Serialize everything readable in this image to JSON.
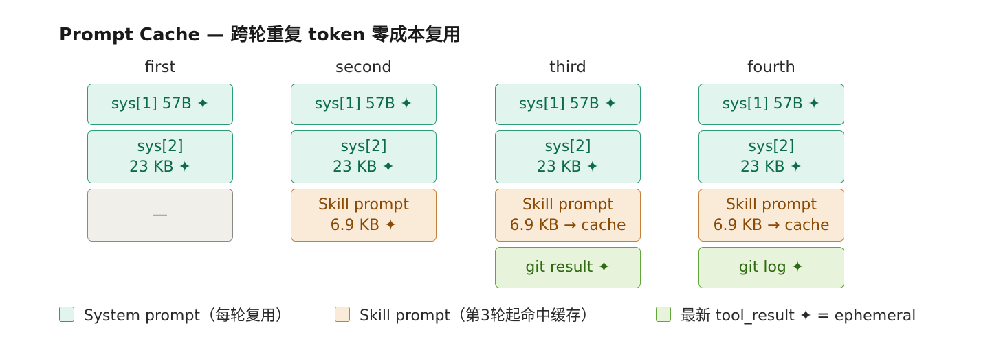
{
  "title": "Prompt Cache — 跨轮重复 token 零成本复用",
  "columns": [
    {
      "label": "first",
      "sys1": "sys[1] 57B ✦",
      "sys2_line1": "sys[2]",
      "sys2_line2": "23 KB ✦",
      "slot3_line1": "—"
    },
    {
      "label": "second",
      "sys1": "sys[1] 57B ✦",
      "sys2_line1": "sys[2]",
      "sys2_line2": "23 KB ✦",
      "slot3_line1": "Skill prompt",
      "slot3_line2": "6.9 KB ✦"
    },
    {
      "label": "third",
      "sys1": "sys[1] 57B ✦",
      "sys2_line1": "sys[2]",
      "sys2_line2": "23 KB ✦",
      "slot3_line1": "Skill prompt",
      "slot3_line2": "6.9 KB → cache",
      "slot4": "git result ✦"
    },
    {
      "label": "fourth",
      "sys1": "sys[1] 57B ✦",
      "sys2_line1": "sys[2]",
      "sys2_line2": "23 KB ✦",
      "slot3_line1": "Skill prompt",
      "slot3_line2": "6.9 KB → cache",
      "slot4": "git log ✦"
    }
  ],
  "legend": [
    {
      "label": "System prompt（每轮复用）",
      "color": "#e1f5ee",
      "border": "#2d9b76"
    },
    {
      "label": "Skill prompt（第3轮起命中缓存）",
      "color": "#faebd8",
      "border": "#c2813a"
    },
    {
      "label": "最新 tool_result ✦ = ephemeral",
      "color": "#e8f3db",
      "border": "#62a53a"
    }
  ]
}
